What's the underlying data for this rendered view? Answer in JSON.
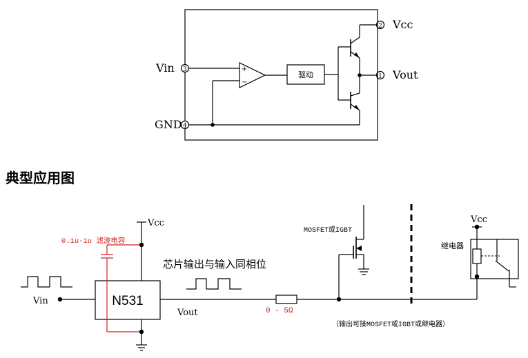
{
  "block_diagram": {
    "pins": {
      "vcc": {
        "label": "Vcc",
        "num": "2"
      },
      "vout": {
        "label": "Vout",
        "num": "1"
      },
      "vin": {
        "label": "Vin",
        "num": "3"
      },
      "gnd": {
        "label": "GND",
        "num": "4"
      }
    },
    "comparator": {
      "plus": "+",
      "minus": "−"
    },
    "driver_label": "驱动"
  },
  "section_title": "典型应用图",
  "app_circuit": {
    "vcc_top": "Vcc",
    "cap_label": "0.1u-1u 滤波电容",
    "chip_label": "N531",
    "vin_label": "Vin",
    "vout_label": "Vout",
    "phase_note": "芯片输出与输入同相位",
    "resistor_label": "0 - 5Ω",
    "mosfet_label": "MOSFET或IGBT",
    "relay_vcc": "Vcc",
    "relay_label": "继电器",
    "output_note": "（输出可接MOSFET或IGBT或继电器）"
  },
  "colors": {
    "line": "#000000",
    "accent": "#d81e1e"
  }
}
